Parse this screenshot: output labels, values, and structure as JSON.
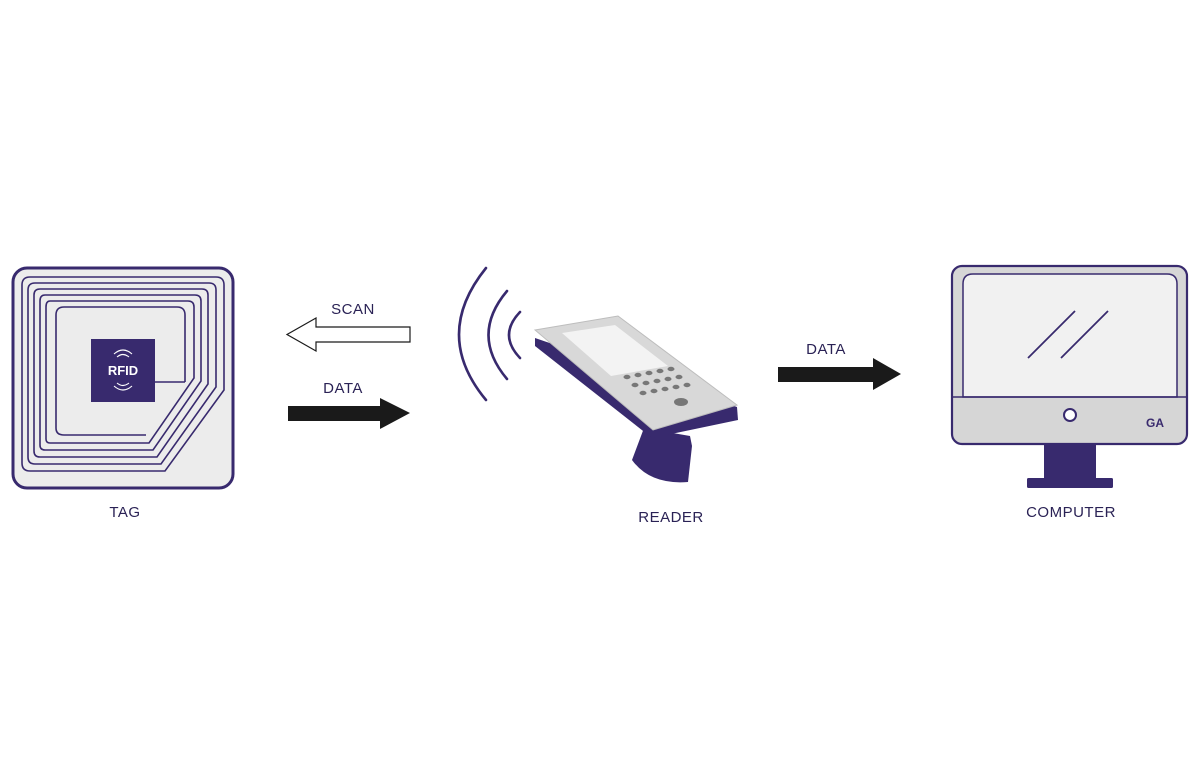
{
  "colors": {
    "primary": "#382a6e",
    "light_gray": "#ececec",
    "mid_gray": "#d6d6d6",
    "key_gray": "#777777",
    "arrow_black": "#1a1a1a",
    "text": "#2a2255"
  },
  "tag": {
    "label": "TAG",
    "chip_text": "RFID"
  },
  "scan_arrow": {
    "label": "SCAN"
  },
  "data_arrow_left": {
    "label": "DATA"
  },
  "reader": {
    "label": "READER"
  },
  "data_arrow_right": {
    "label": "DATA"
  },
  "computer": {
    "label": "COMPUTER",
    "logo_text": "GA"
  }
}
